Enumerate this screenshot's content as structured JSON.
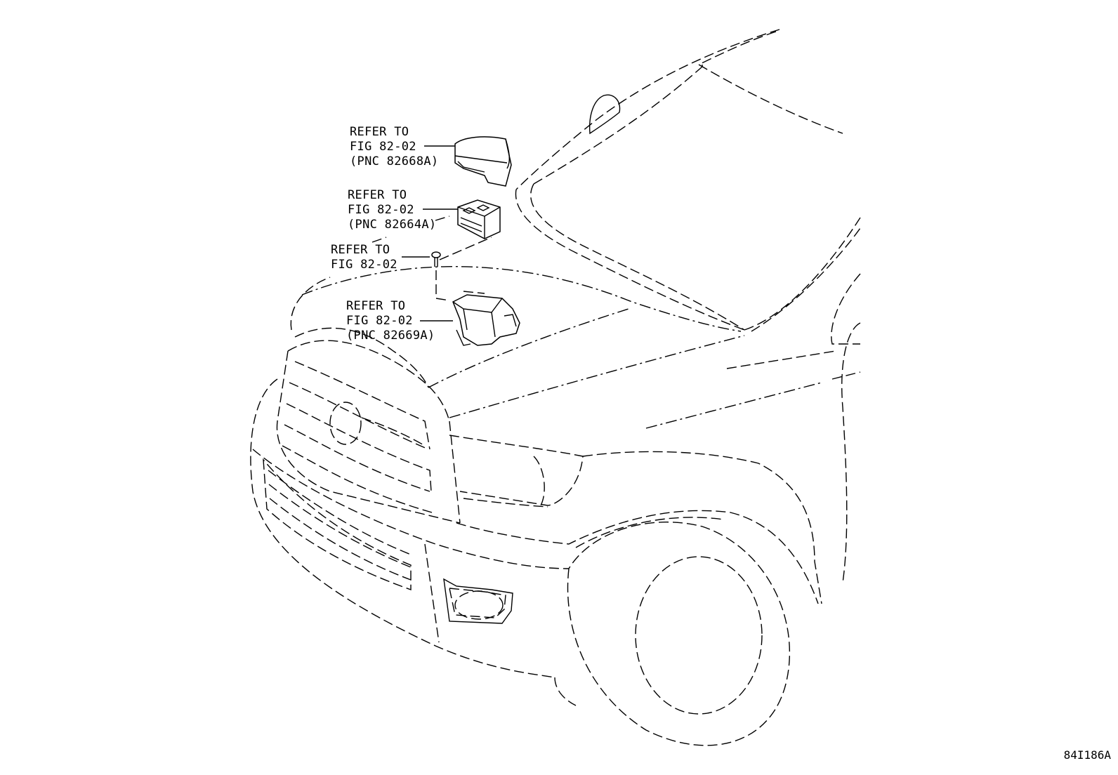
{
  "callouts": [
    {
      "id": "cover",
      "line1": "REFER TO",
      "line2": "FIG 82-02",
      "line3": "(PNC 82668A)"
    },
    {
      "id": "block",
      "line1": "REFER TO",
      "line2": "FIG 82-02",
      "line3": "(PNC 82664A)"
    },
    {
      "id": "bolt",
      "line1": "REFER TO",
      "line2": "FIG 82-02"
    },
    {
      "id": "bracket",
      "line1": "REFER TO",
      "line2": "FIG 82-02",
      "line3": "(PNC 82669A)"
    }
  ],
  "illustration_code": "84I186A"
}
